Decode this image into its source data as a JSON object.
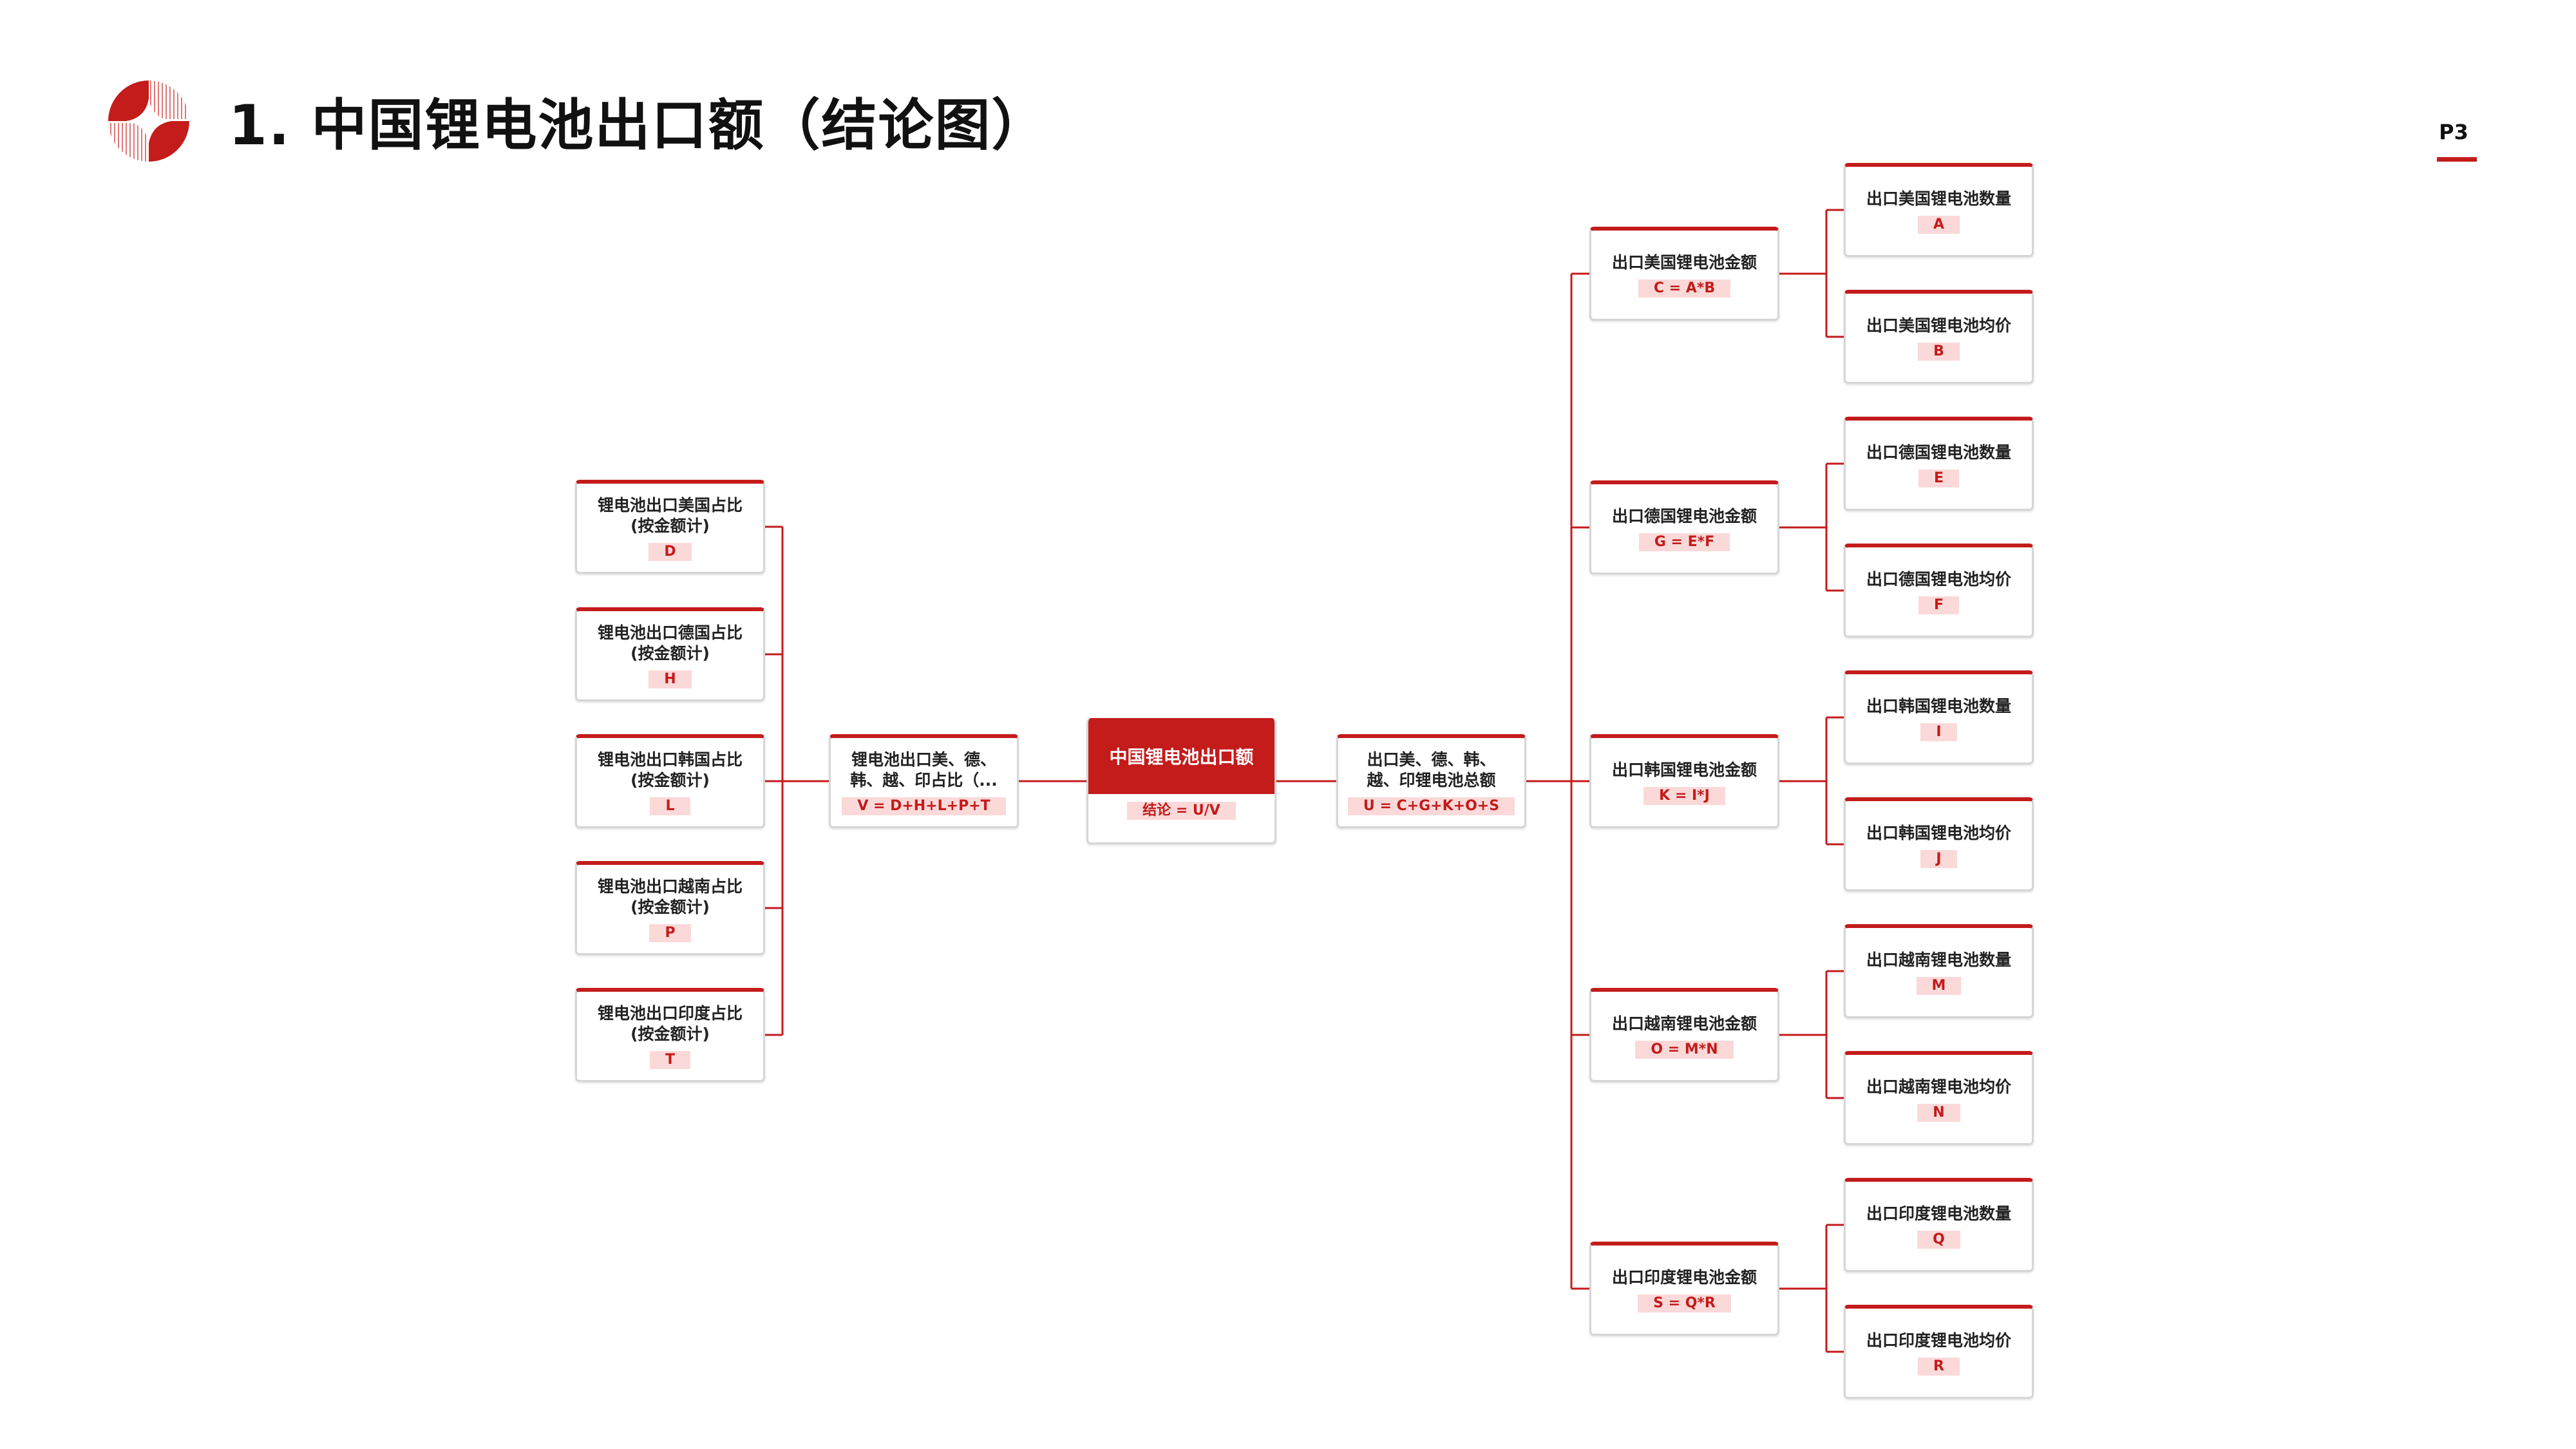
{
  "header": {
    "title": "1.  中国锂电池出口额（结论图）",
    "page": "P3",
    "brand_color": "#c41b1b"
  },
  "tree": {
    "root": {
      "label": "中国锂电池出口额",
      "formula": "结论 = U/V"
    },
    "share_total": {
      "label": "锂电池出口美、德、\n韩、越、印占比（...",
      "formula": "V = D+H+L+P+T"
    },
    "shares": [
      {
        "label": "锂电池出口美国占比\n(按金额计)",
        "formula": "D"
      },
      {
        "label": "锂电池出口德国占比\n(按金额计)",
        "formula": "H"
      },
      {
        "label": "锂电池出口韩国占比\n(按金额计)",
        "formula": "L"
      },
      {
        "label": "锂电池出口越南占比\n(按金额计)",
        "formula": "P"
      },
      {
        "label": "锂电池出口印度占比\n(按金额计)",
        "formula": "T"
      }
    ],
    "amount_total": {
      "label": "出口美、德、韩、\n越、印锂电池总额",
      "formula": "U = C+G+K+O+S"
    },
    "amounts": [
      {
        "label": "出口美国锂电池金额",
        "formula": "C = A*B"
      },
      {
        "label": "出口德国锂电池金额",
        "formula": "G = E*F"
      },
      {
        "label": "出口韩国锂电池金额",
        "formula": "K = I*J"
      },
      {
        "label": "出口越南锂电池金额",
        "formula": "O = M*N"
      },
      {
        "label": "出口印度锂电池金额",
        "formula": "S = Q*R"
      }
    ],
    "leaves": [
      {
        "label": "出口美国锂电池数量",
        "formula": "A"
      },
      {
        "label": "出口美国锂电池均价",
        "formula": "B"
      },
      {
        "label": "出口德国锂电池数量",
        "formula": "E"
      },
      {
        "label": "出口德国锂电池均价",
        "formula": "F"
      },
      {
        "label": "出口韩国锂电池数量",
        "formula": "I"
      },
      {
        "label": "出口韩国锂电池均价",
        "formula": "J"
      },
      {
        "label": "出口越南锂电池数量",
        "formula": "M"
      },
      {
        "label": "出口越南锂电池均价",
        "formula": "N"
      },
      {
        "label": "出口印度锂电池数量",
        "formula": "Q"
      },
      {
        "label": "出口印度锂电池均价",
        "formula": "R"
      }
    ]
  }
}
